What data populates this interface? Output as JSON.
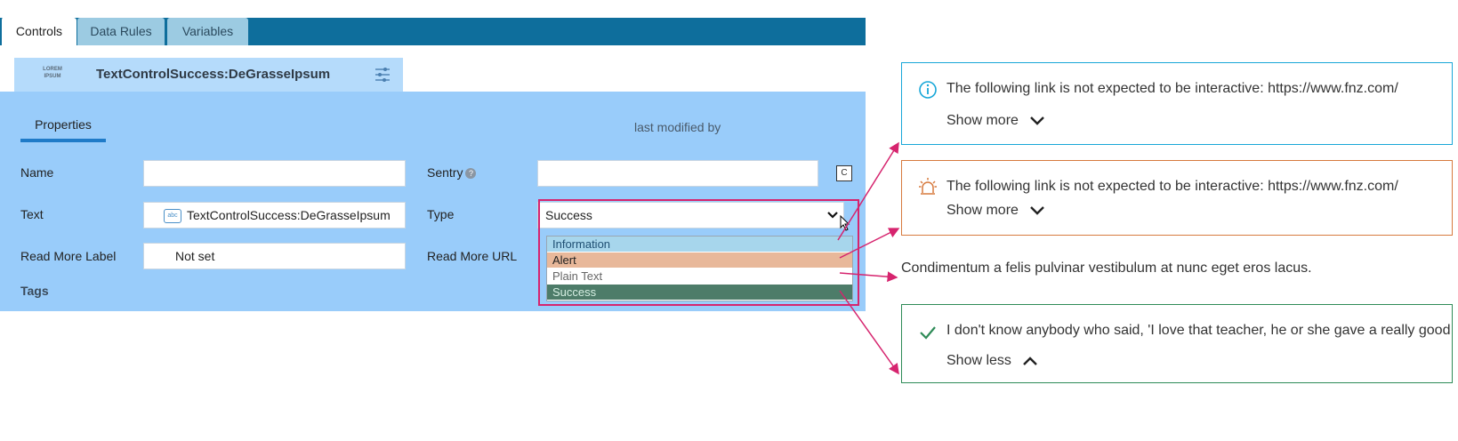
{
  "tabs": [
    "Controls",
    "Data Rules",
    "Variables"
  ],
  "header": {
    "logo_text": "LOREM IPSUM",
    "title": "TextControlSuccess:DeGrasseIpsum"
  },
  "panel": {
    "properties_tab": "Properties",
    "last_modified": "last modified by",
    "name_label": "Name",
    "name_value": "",
    "sentry_label": "Sentry",
    "sentry_help": "?",
    "sentry_value": "",
    "sentry_button": "C",
    "text_label": "Text",
    "text_icon_label": "abc",
    "text_value": "TextControlSuccess:DeGrasseIpsum",
    "type_label": "Type",
    "type_value": "Success",
    "read_more_label": "Read More Label",
    "read_more_value": "Not set",
    "read_more_url_label": "Read More URL",
    "tags_label": "Tags"
  },
  "dropdown": {
    "options": [
      "Information",
      "Alert",
      "Plain Text",
      "Success"
    ],
    "colors": {
      "information": "#a7d6ec",
      "alert": "#e8b89a",
      "plain": "#ffffff",
      "success": "#4d7c69"
    }
  },
  "notes": {
    "info": {
      "message": "The following link is not expected to be interactive: https://www.fnz.com/",
      "toggle": "Show more",
      "color": "#18a7d8"
    },
    "alert": {
      "message": "The following link is not expected to be interactive: https://www.fnz.com/",
      "toggle": "Show more",
      "color": "#d77a3e"
    },
    "plain": {
      "message": "Condimentum a felis pulvinar vestibulum at nunc eget eros lacus."
    },
    "success": {
      "message": "I don't know anybody who said, 'I love that teacher, he or she gave a really good",
      "toggle": "Show less",
      "color": "#2e8b57"
    }
  },
  "accent": "#d6246e"
}
